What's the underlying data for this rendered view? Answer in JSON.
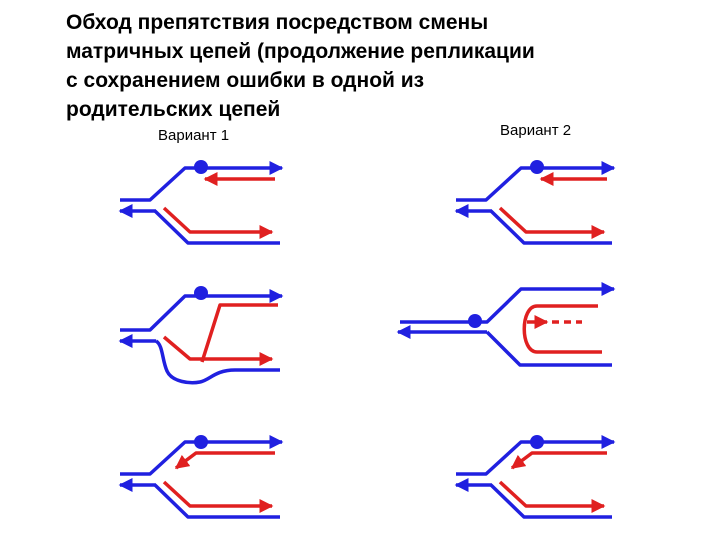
{
  "title_lines": [
    "Обход препятствия посредством смены",
    "матричных цепей (продолжение репликации",
    "с сохранением ошибки в одной из",
    "родительских цепей"
  ],
  "variant1_label": "Вариант 1",
  "variant2_label": "Вариант 2",
  "colors": {
    "parental": "#2020e0",
    "nascent": "#e02020",
    "text": "#000000"
  }
}
